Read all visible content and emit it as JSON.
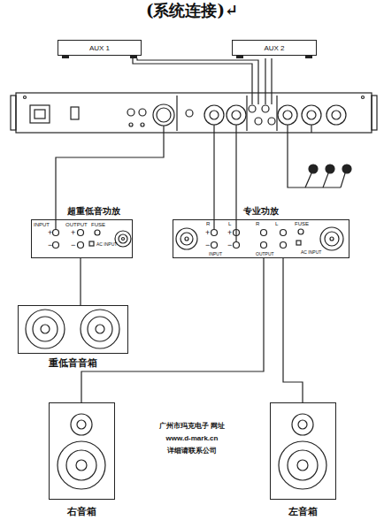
{
  "diagram": {
    "title": "(系统连接)↵",
    "nodes": [
      {
        "text": [
          "AUX 1"
        ]
      },
      {
        "text": [
          "AUX 2"
        ]
      },
      {
        "text": [
          "超重低音功放",
          "INPUT",
          "+",
          "−",
          "OUTPUT",
          "+",
          "−",
          "FUSE",
          "AC INPUT"
        ]
      },
      {
        "text": [
          "专业功放",
          "R",
          "+",
          "−",
          "L",
          "+",
          "−",
          "INPUT",
          "R",
          "L",
          "OUTPUT",
          "FUSE",
          "AC INPUT"
        ]
      },
      {
        "text": [
          "重低音音箱"
        ]
      },
      {
        "text": [
          "右音箱"
        ]
      },
      {
        "text": [
          "左音箱"
        ]
      }
    ],
    "edges": [
      {
        "from": 2,
        "to": 4,
        "arrow": "none"
      },
      {
        "from": 3,
        "to": 5,
        "arrow": "none"
      },
      {
        "from": 3,
        "to": 6,
        "arrow": "none"
      }
    ],
    "labels": [
      "广州市玛克电子 网址",
      "www.d-mark.cn",
      "详细请联系公司"
    ]
  }
}
